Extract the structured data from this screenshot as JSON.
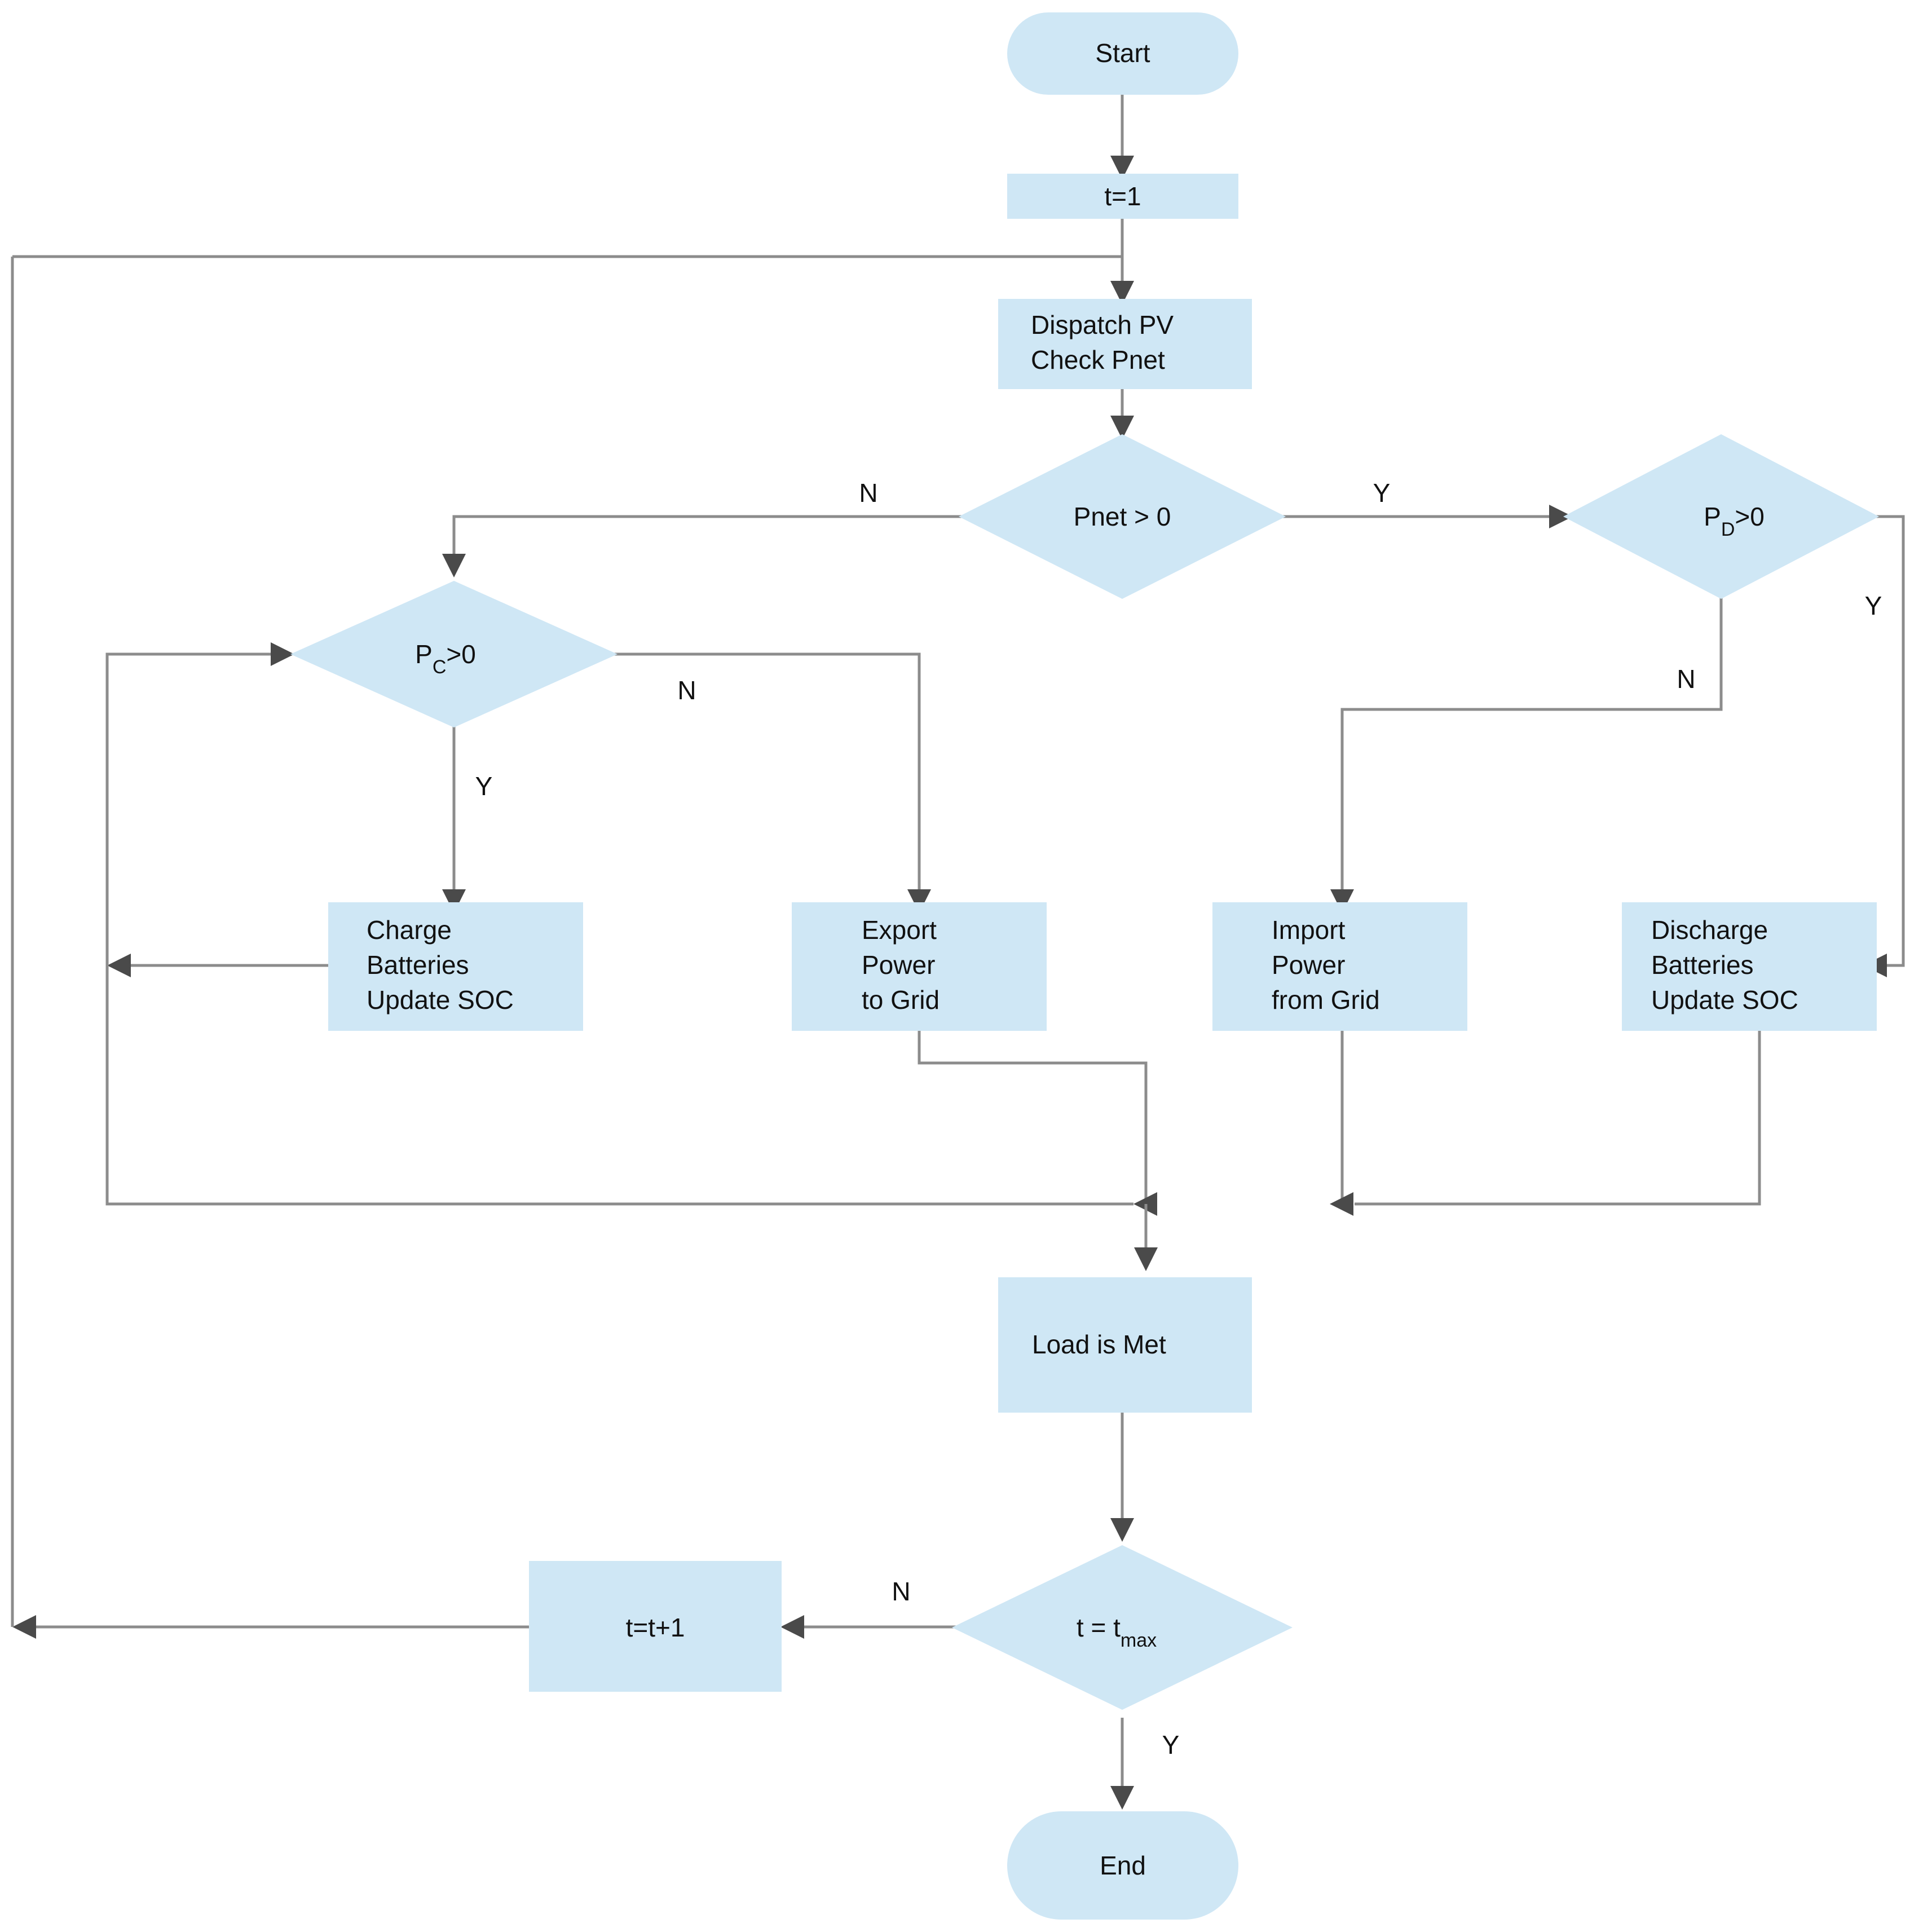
{
  "diagram": {
    "type": "flowchart",
    "title": "PV battery grid dispatch control flowchart",
    "colors": {
      "node_fill": "#cfe7f5",
      "edge_stroke": "#8c8c8c",
      "arrow_fill": "#4a4a4a",
      "text": "#111111",
      "background": "#ffffff"
    },
    "nodes": {
      "start": {
        "label": "Start",
        "shape": "terminator"
      },
      "init_t": {
        "label": "t=1",
        "shape": "process"
      },
      "dispatch": {
        "line1": "Dispatch PV",
        "line2": "Check Pnet",
        "shape": "process"
      },
      "pnet": {
        "label": "Pnet > 0",
        "shape": "decision"
      },
      "pd": {
        "base": "P",
        "subscript": "D",
        "tail": ">0",
        "shape": "decision"
      },
      "pc": {
        "base": "P",
        "subscript": "C",
        "tail": ">0",
        "shape": "decision"
      },
      "charge": {
        "line1": "Charge",
        "line2": "Batteries",
        "line3": "Update SOC",
        "shape": "process"
      },
      "export": {
        "line1": "Export",
        "line2": "Power",
        "line3": "to Grid",
        "shape": "process"
      },
      "import": {
        "line1": "Import",
        "line2": "Power",
        "line3": "from Grid",
        "shape": "process"
      },
      "discharge": {
        "line1": "Discharge",
        "line2": "Batteries",
        "line3": "Update SOC",
        "shape": "process"
      },
      "load_met": {
        "label": "Load is Met",
        "shape": "process"
      },
      "tmax": {
        "base": "t = t",
        "subscript": "max",
        "shape": "decision"
      },
      "increment": {
        "label": "t=t+1",
        "shape": "process"
      },
      "end": {
        "label": "End",
        "shape": "terminator"
      }
    },
    "edge_labels": {
      "pnet_no": "N",
      "pnet_yes": "Y",
      "pd_yes": "Y",
      "pd_no": "N",
      "pc_yes": "Y",
      "pc_no": "N",
      "tmax_no": "N",
      "tmax_yes": "Y"
    },
    "edges": [
      {
        "from": "start",
        "to": "init_t",
        "label": ""
      },
      {
        "from": "init_t",
        "to": "dispatch",
        "label": ""
      },
      {
        "from": "dispatch",
        "to": "pnet",
        "label": ""
      },
      {
        "from": "pnet",
        "to": "pc",
        "label": "N"
      },
      {
        "from": "pnet",
        "to": "pd",
        "label": "Y"
      },
      {
        "from": "pc",
        "to": "charge",
        "label": "Y"
      },
      {
        "from": "pc",
        "to": "export",
        "label": "N"
      },
      {
        "from": "pd",
        "to": "discharge",
        "label": "Y"
      },
      {
        "from": "pd",
        "to": "import",
        "label": "N"
      },
      {
        "from": "charge",
        "to": "pc",
        "label": ""
      },
      {
        "from": "charge",
        "to": "load_met",
        "label": ""
      },
      {
        "from": "export",
        "to": "load_met",
        "label": ""
      },
      {
        "from": "import",
        "to": "load_met",
        "label": ""
      },
      {
        "from": "discharge",
        "to": "load_met",
        "label": ""
      },
      {
        "from": "load_met",
        "to": "tmax",
        "label": ""
      },
      {
        "from": "tmax",
        "to": "increment",
        "label": "N"
      },
      {
        "from": "tmax",
        "to": "end",
        "label": "Y"
      },
      {
        "from": "increment",
        "to": "dispatch",
        "label": ""
      }
    ]
  }
}
